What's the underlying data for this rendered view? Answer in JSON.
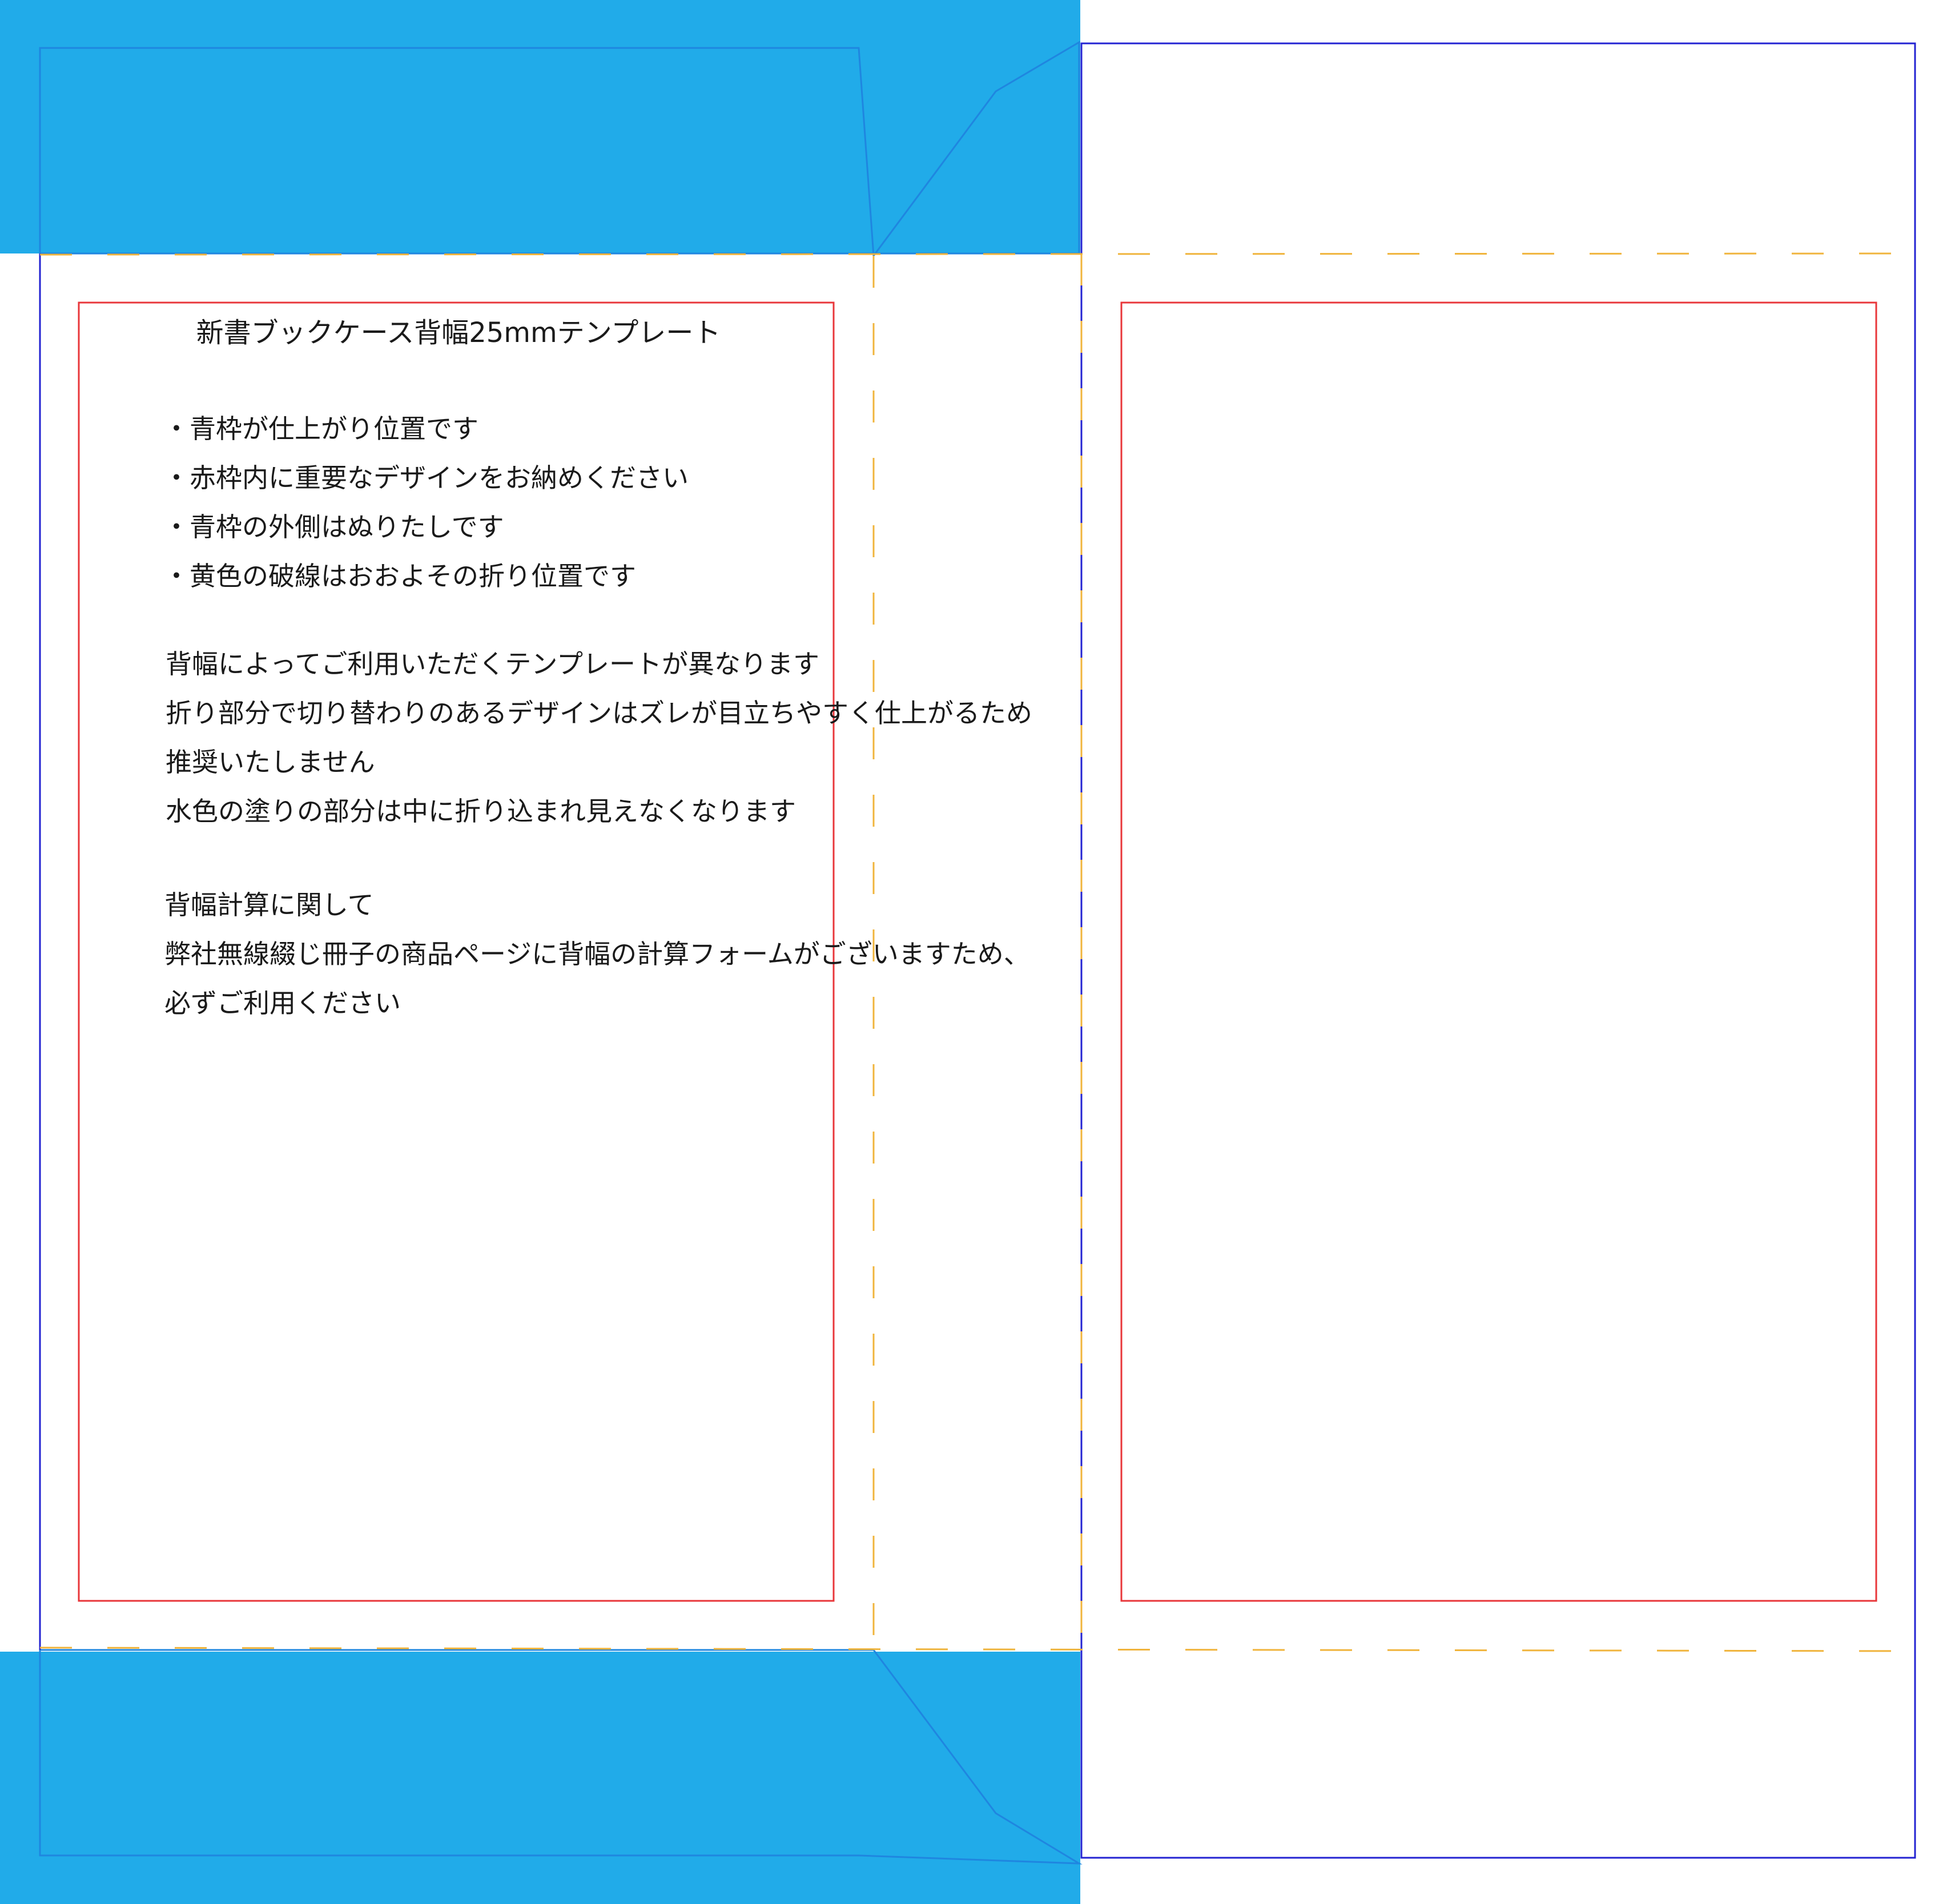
{
  "document": {
    "title": "新書ブックケース背幅25mmテンプレート",
    "bullets": [
      "・青枠が仕上がり位置です",
      "・赤枠内に重要なデザインをお納めください",
      "・青枠の外側はぬりたしです",
      "・黄色の破線はおおよその折り位置です"
    ],
    "notes": [
      "背幅によってご利用いただくテンプレートが異なります",
      "折り部分で切り替わりのあるデザインはズレが目立ちやすく仕上がるため",
      "推奨いたしません",
      "水色の塗りの部分は中に折り込まれ見えなくなります"
    ],
    "calc": [
      "背幅計算に関して",
      "弊社無線綴じ冊子の商品ページに背幅の計算フォームがございますため、",
      "必ずご利用ください"
    ]
  },
  "colors": {
    "bleed_fill": "#21abe9",
    "trim_line": "#2323d2",
    "safe_line": "#e8363a",
    "fold_line": "#f0b43c",
    "flap_outline": "#1f86e0",
    "text": "#1a1a1a",
    "background": "#ffffff"
  }
}
